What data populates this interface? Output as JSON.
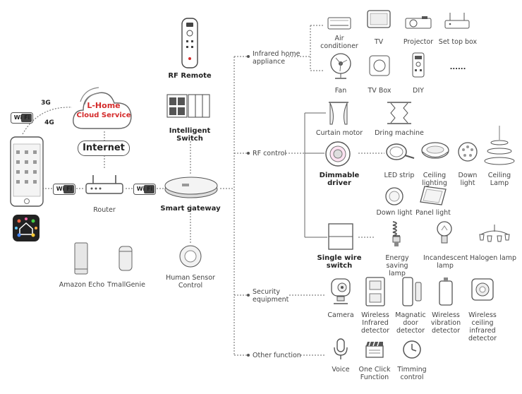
{
  "colors": {
    "accent": "#d42b2b",
    "line": "#555555",
    "dash": "#777777"
  },
  "left": {
    "wifi_badge": "Wi Fi",
    "net_3g": "3G",
    "net_4g": "4G",
    "cloud_line1": "L-Home",
    "cloud_line2": "Cloud Service",
    "internet": "Internet",
    "router": "Router",
    "amazon_echo": "Amazon Echo",
    "tmallgenie": "TmallGenie"
  },
  "center": {
    "rf_remote": "RF Remote",
    "intelligent_switch": "Intelligent Switch",
    "smart_gateway": "Smart gateway",
    "human_sensor": "Human Sensor\nControl"
  },
  "branches": {
    "infrared": "Infrared home\nappliance",
    "rf_control": "RF control",
    "security": "Security\nequipment",
    "other": "Other function"
  },
  "infrared_items": {
    "air_conditioner": "Air\nconditioner",
    "tv": "TV",
    "projector": "Projector",
    "set_top_box": "Set top box",
    "fan": "Fan",
    "tv_box": "TV Box",
    "diy": "DIY",
    "more": "......"
  },
  "rf_items": {
    "curtain_motor": "Curtain motor",
    "dring_machine": "Dring machine",
    "dimmable_driver": "Dimmable\ndriver",
    "led_strip": "LED strip",
    "ceiling_lighting": "Ceiling\nlighting",
    "down_light": "Down\nlight",
    "ceiling_lamp": "Ceiling\nLamp",
    "down_light_2": "Down light",
    "panel_light": "Panel light",
    "single_wire_switch": "Single wire\nswitch",
    "energy_saving_lamp": "Energy saving\nlamp",
    "incandescent_lamp": "Incandescent\nlamp",
    "halogen_lamp": "Halogen lamp"
  },
  "security_items": {
    "camera": "Camera",
    "wireless_infrared": "Wireless\nInfrared\ndetector",
    "magnetic_door": "Magnatic\ndoor\ndetector",
    "wireless_vibration": "Wireless\nvibration\ndetector",
    "wireless_ceiling": "Wireless\nceiling\ninfrared\ndetector"
  },
  "other_items": {
    "voice": "Voice",
    "one_click": "One Click\nFunction",
    "timming": "Timming\ncontrol"
  }
}
